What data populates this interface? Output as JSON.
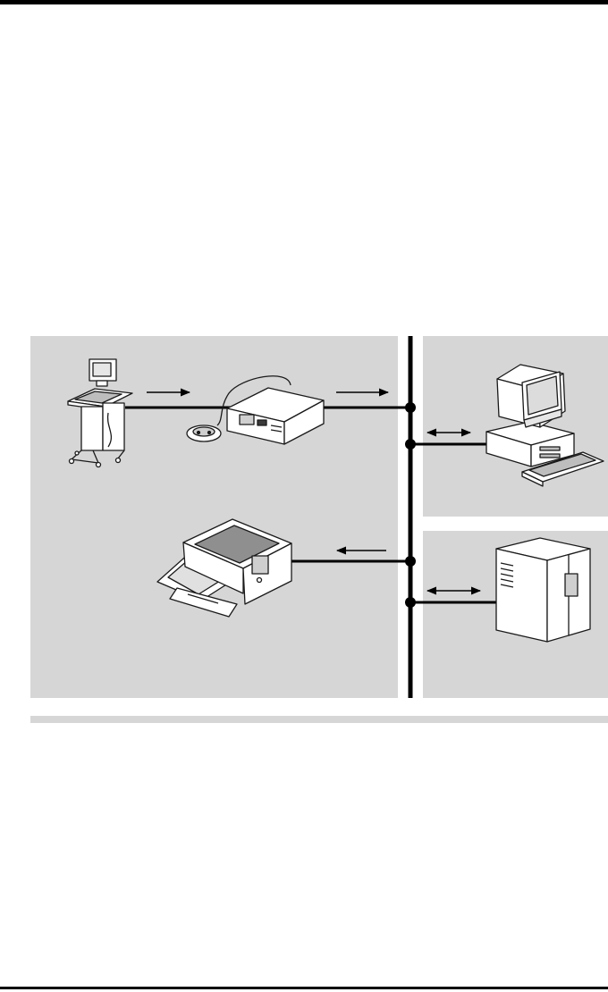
{
  "colors": {
    "panel": "#d6d6d6",
    "line": "#000000",
    "device_fill": "#ffffff",
    "device_stroke": "#1a1a1a"
  },
  "devices": {
    "ultrasound": {
      "icon": "ultrasound-cart-icon"
    },
    "converter": {
      "icon": "video-converter-icon"
    },
    "printer": {
      "icon": "printer-icon"
    },
    "workstation": {
      "icon": "desktop-computer-icon"
    },
    "server": {
      "icon": "server-tower-icon"
    }
  },
  "arrows": {
    "ultrasound_to_converter": "right",
    "converter_to_network": "right",
    "network_to_printer": "left",
    "network_workstation": "both",
    "network_server": "both"
  }
}
